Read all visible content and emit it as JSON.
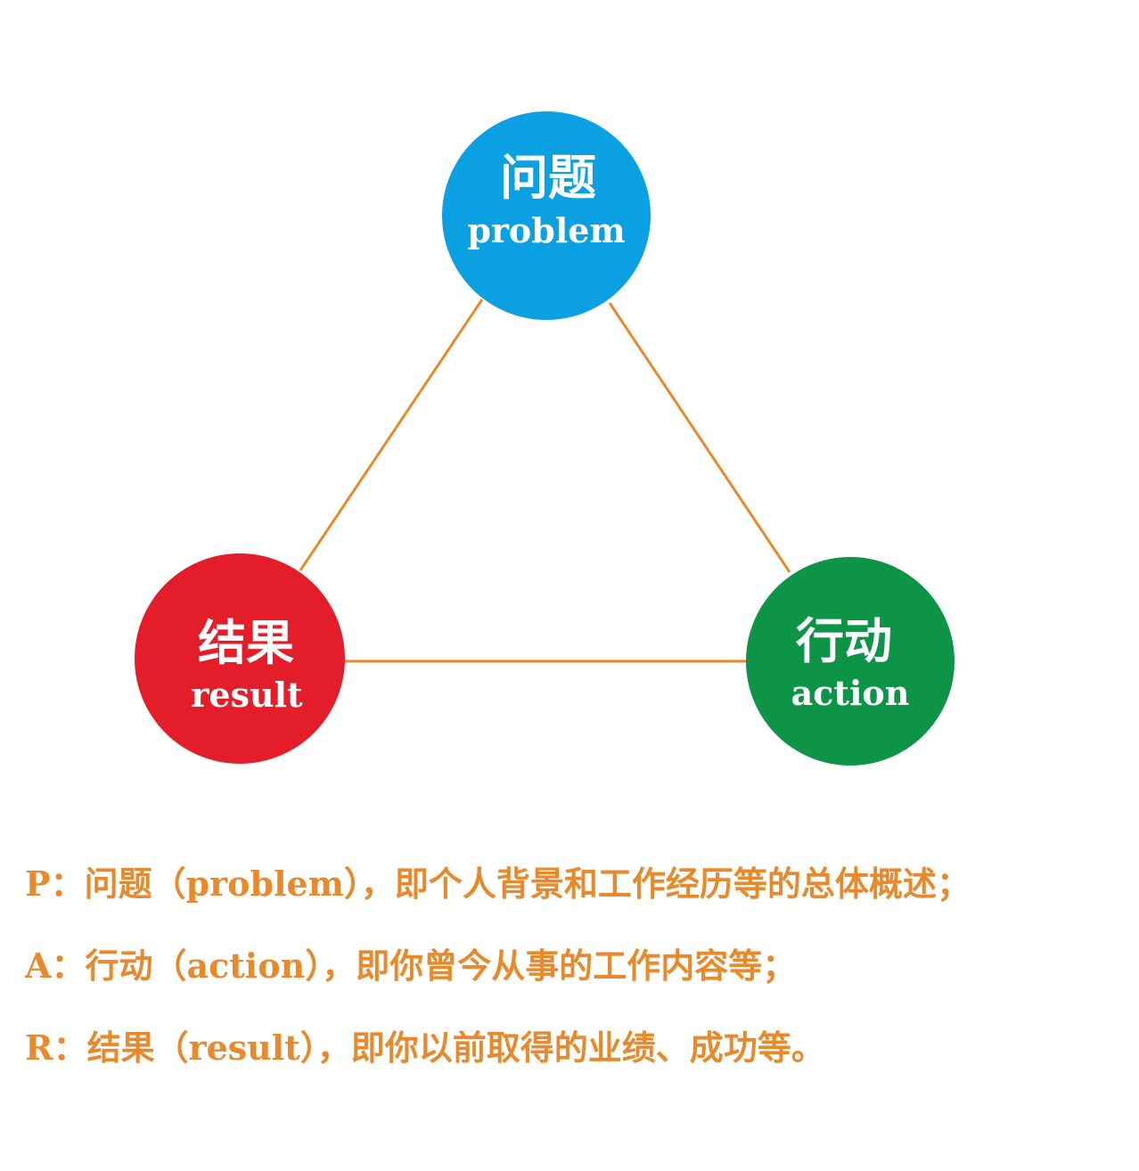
{
  "colors": {
    "line": "#e8892b",
    "problem": "#0aa0e2",
    "action": "#0e9447",
    "result": "#e31e2a",
    "text_accent": "#e8892b"
  },
  "nodes": {
    "problem": {
      "cn": "问题",
      "en": "problem"
    },
    "action": {
      "cn": "行动",
      "en": "action"
    },
    "result": {
      "cn": "结果",
      "en": "result"
    }
  },
  "descriptions": [
    "P：问题（problem），即个人背景和工作经历等的总体概述；",
    "A：行动（action），即你曾今从事的工作内容等；",
    "R：结果（result），即你以前取得的业绩、成功等。"
  ]
}
